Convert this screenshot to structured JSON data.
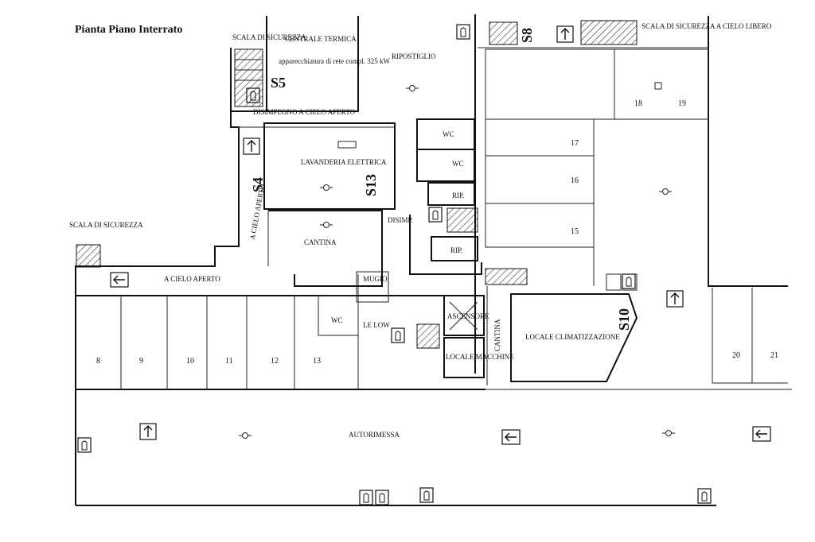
{
  "title": "Pianta Piano Interrato",
  "labels": {
    "scala_top": "SCALA DI SICUREZZA",
    "centrale": "CENTRALE TERMICA",
    "centrale_note": "apparecchiatura di rete compl. 325 kW",
    "ripostiglio": "RIPOSTIGLIO",
    "scala_top_right": "SCALA DI SICUREZZA A CIELO LIBERO",
    "disimpegno": "DISIMPEGNO A CIELO APERTO",
    "lavanderia": "LAVANDERIA ELETTRICA",
    "cantina": "CANTINA",
    "a_cielo_left": "A CIELO APERTO",
    "a_cielo_vertical": "A CIELO APERTO",
    "scala_left": "SCALA DI SICUREZZA",
    "wc1": "WC",
    "wc2": "WC",
    "wc3": "WC",
    "rip1": "RIP.",
    "rip2": "RIP.",
    "disimp": "DISIMP.",
    "locale_clima": "LOCALE CLIMATIZZAZIONE",
    "ascensore": "ASCENSORE",
    "locale_macchine": "LOCALE MACCHINE",
    "cantina_vertical": "CANTINA",
    "autorimessa": "AUTORIMESSA",
    "mugio": "MUGIO",
    "le_low": "LE LOW"
  },
  "box_numbers": [
    "8",
    "9",
    "10",
    "11",
    "12",
    "13"
  ],
  "right_numbers": {
    "n15": "15",
    "n16": "16",
    "n17": "17",
    "n18": "18",
    "n19": "19",
    "n20": "20",
    "n21": "21"
  },
  "stair_codes": {
    "s5": "S5",
    "s8": "S8",
    "s13": "S13",
    "s4": "S4",
    "s10": "S10"
  },
  "colors": {
    "line": "#111111",
    "paper": "#ffffff"
  }
}
